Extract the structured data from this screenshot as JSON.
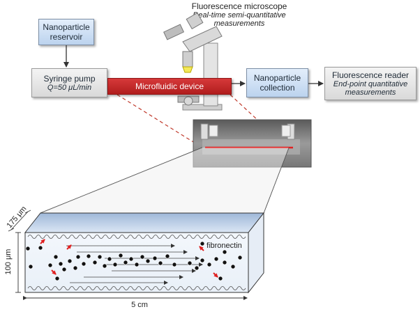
{
  "top_label": {
    "title": "Fluorescence microscope",
    "subtitle_line1": "Real-time semi-quantitative",
    "subtitle_line2": "measurements"
  },
  "boxes": {
    "reservoir": {
      "line1": "Nanoparticle",
      "line2": "reservoir"
    },
    "syringe": {
      "line1": "Syringe pump",
      "line2": "Q=50 μL/min"
    },
    "device": {
      "label": "Microfluidic device"
    },
    "collection": {
      "line1": "Nanoparticle",
      "line2": "collection"
    },
    "reader": {
      "line1": "Fluorescence reader",
      "line2": "End-point quantitative",
      "line3": "measurements"
    }
  },
  "channel": {
    "depth_label": "175 μm",
    "height_label": "100 μm",
    "length_label": "5 cm",
    "fibronectin_label": "fibronectin"
  },
  "colors": {
    "box_blue": "#cfe0f5",
    "box_grey": "#e6e6e6",
    "device_red": "#c62828",
    "channel_top": "#dce7f5",
    "dashed_red": "#c0392b"
  }
}
